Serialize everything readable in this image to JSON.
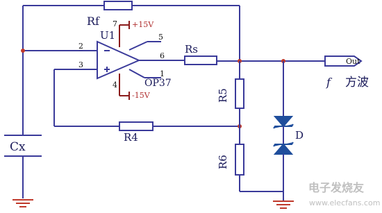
{
  "components": {
    "rf": "Rf",
    "u1": "U1",
    "rs": "Rs",
    "r4": "R4",
    "r5": "R5",
    "r6": "R6",
    "cx": "Cx",
    "d": "D",
    "opamp_model": "OP37",
    "vpos": "+15V",
    "vneg": "-15V"
  },
  "pins": {
    "p2": "2",
    "p3": "3",
    "p5": "5",
    "p6": "6",
    "p7": "7",
    "p4": "4",
    "p1": "1",
    "minus": "-",
    "plus": "+"
  },
  "output": {
    "port": "Out",
    "freq": "f",
    "wave": "方波"
  },
  "watermark": {
    "cn": "电子发烧友",
    "url": "www.elecfans.com"
  },
  "colors": {
    "wire": "#3a3a9a",
    "ground": "#c0392b",
    "diode": "#1f4e9c"
  }
}
